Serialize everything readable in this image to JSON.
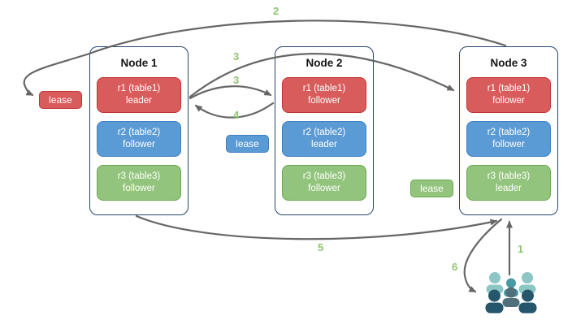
{
  "nodes": [
    {
      "title": "Node 1",
      "replicas": [
        {
          "name": "r1 (table1)",
          "role": "leader",
          "color": "red"
        },
        {
          "name": "r2 (table2)",
          "role": "follower",
          "color": "blue"
        },
        {
          "name": "r3 (table3)",
          "role": "follower",
          "color": "green"
        }
      ]
    },
    {
      "title": "Node 2",
      "replicas": [
        {
          "name": "r1 (table1)",
          "role": "follower",
          "color": "red"
        },
        {
          "name": "r2 (table2)",
          "role": "leader",
          "color": "blue"
        },
        {
          "name": "r3 (table3)",
          "role": "follower",
          "color": "green"
        }
      ]
    },
    {
      "title": "Node 3",
      "replicas": [
        {
          "name": "r1 (table1)",
          "role": "follower",
          "color": "red"
        },
        {
          "name": "r2 (table2)",
          "role": "follower",
          "color": "blue"
        },
        {
          "name": "r3 (table3)",
          "role": "leader",
          "color": "green"
        }
      ]
    }
  ],
  "leases": [
    {
      "label": "lease",
      "color": "#d95c5c"
    },
    {
      "label": "lease",
      "color": "#5b9bd5"
    },
    {
      "label": "lease",
      "color": "#93c47d"
    }
  ],
  "steps": {
    "s1": "1",
    "s2": "2",
    "s3a": "3",
    "s3b": "3",
    "s4": "4",
    "s5": "5",
    "s6": "6"
  },
  "icons": {
    "users": "users-icon"
  },
  "colors": {
    "node_border": "#24466d",
    "red_fill": "#d95c5c",
    "red_border": "#c53434",
    "blue_fill": "#5b9bd5",
    "blue_border": "#3e7fc1",
    "green_fill": "#93c47d",
    "green_border": "#6aa84f",
    "arrow": "#666666",
    "step_label": "#8fc470",
    "users_light": "#8cc6c5",
    "users_mid_teal": "#4a99a6",
    "users_slate": "#4f6f7b",
    "users_dark": "#25566b"
  }
}
